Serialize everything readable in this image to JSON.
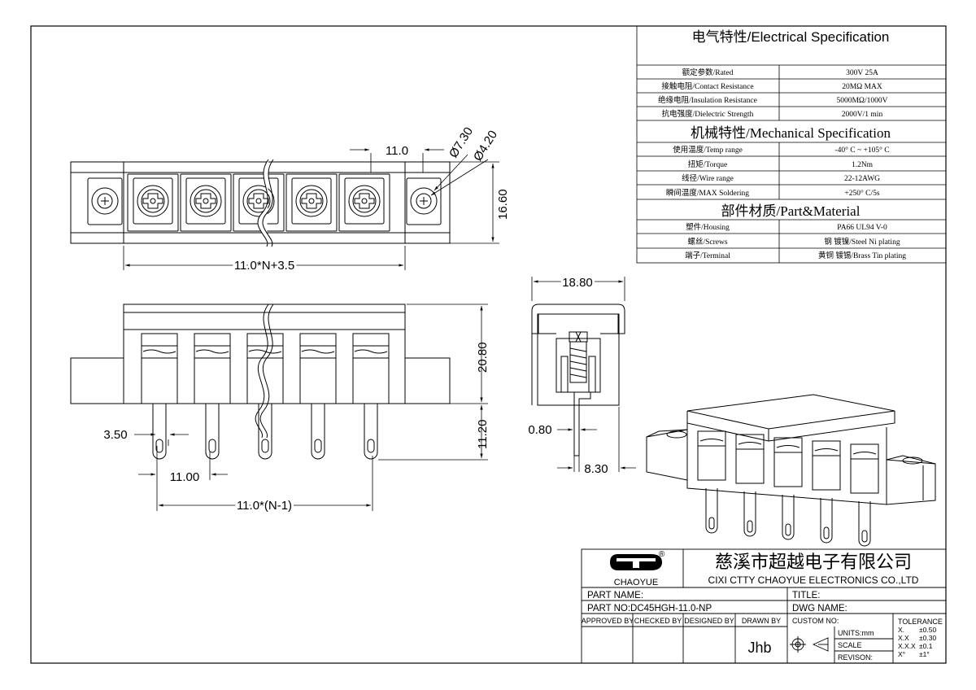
{
  "spec_table": {
    "sections": [
      {
        "title": "电气特性/Electrical Specification",
        "rows": [
          {
            "label": "额定参数/Rated",
            "value": "300V  25A"
          },
          {
            "label": "接触电阻/Contact Resistance",
            "value": "20MΩ MAX"
          },
          {
            "label": "绝缘电阻/Insulation Resistance",
            "value": "5000MΩ/1000V"
          },
          {
            "label": "抗电强度/Dielectric Strength",
            "value": "2000V/1 min"
          }
        ]
      },
      {
        "title": "机械特性/Mechanical Specification",
        "rows": [
          {
            "label": "使用温度/Temp range",
            "value": "-40° C ~ +105° C"
          },
          {
            "label": "扭矩/Torque",
            "value": "1.2Nm"
          },
          {
            "label": "线径/Wire range",
            "value": "22-12AWG"
          },
          {
            "label": "瞬间温度/MAX Soldering",
            "value": "+250° C/5s"
          }
        ]
      },
      {
        "title": "部件材质/Part&Material",
        "rows": [
          {
            "label": "塑件/Housing",
            "value": "PA66 UL94 V-0"
          },
          {
            "label": "螺丝/Screws",
            "value": "钢 镀镍/Steel Ni plating"
          },
          {
            "label": "端子/Terminal",
            "value": "黄铜 镀锡/Brass Tin  plating"
          }
        ]
      }
    ]
  },
  "dimensions": {
    "top_pitch": "11.0",
    "dia_outer": "Ø7.30",
    "dia_inner": "Ø4.20",
    "top_height": "16.60",
    "top_length": "11.0*N+3.5",
    "front_height": "20.80",
    "pin_length": "11.20",
    "pin_width": "3.50",
    "pin_pitch": "11.00",
    "pin_span": "11.0*(N-1)",
    "side_width": "18.80",
    "side_pin_thickness": "0.80",
    "side_pin_offset": "8.30"
  },
  "title_block": {
    "logo_text": "CHAOYUE",
    "registered": "®",
    "company_cn": "慈溪市超越电子有限公司",
    "company_en": "CIXI CTTY CHAOYUE ELECTRONICS CO.,LTD",
    "part_name_label": "PART NAME:",
    "title_label": "TITLE:",
    "part_no": "PART NO:DC45HGH-11.0-NP",
    "dwg_name_label": "DWG NAME:",
    "approved_by": "APPROVED BY",
    "checked_by": "CHECKED BY",
    "designed_by": "DESIGNED BY",
    "drawn_by": "DRAWN BY",
    "drawn_by_value": "Jhb",
    "custom_no": "CUSTOM NO:",
    "units": "UNITS:mm",
    "scale": "SCALE",
    "revision": "REVISON:",
    "tolerance_title": "TOLERANCE",
    "tolerances": [
      {
        "k": "X.",
        "v": "±0.50"
      },
      {
        "k": "X.X",
        "v": "±0.30"
      },
      {
        "k": "X.X.X",
        "v": "±0.1"
      },
      {
        "k": "X°",
        "v": "±1°"
      }
    ]
  }
}
